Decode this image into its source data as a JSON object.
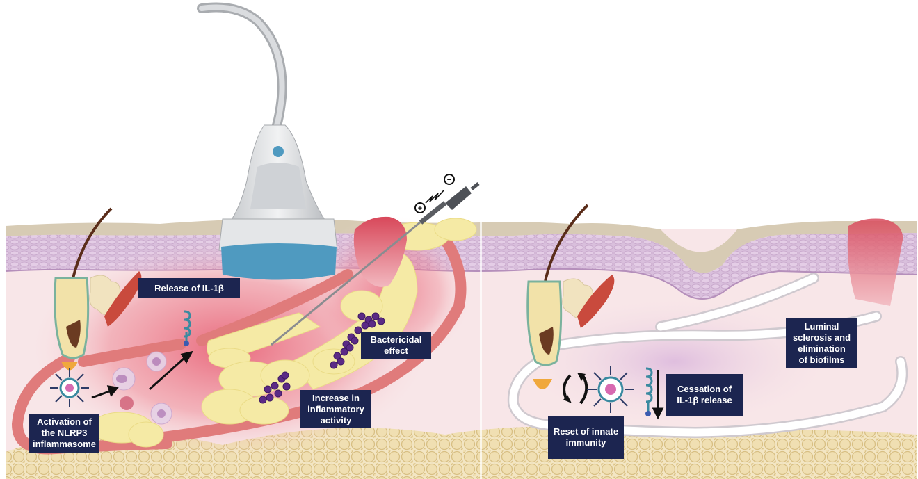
{
  "labels": {
    "release_il1b": "Release of IL-1β",
    "bactericidal_effect": "Bactericidal\neffect",
    "increase_inflammatory_activity": "Increase in\ninflammatory\nactivity",
    "activation_nlrp3": "Activation of\nthe NLRP3\ninflammasome",
    "luminal_sclerosis": "Luminal\nsclerosis and\nelimination\nof biofilms",
    "cessation_il1b": "Cessation of\nIL-1β release",
    "reset_innate_immunity": "Reset of innate\nimmunity"
  },
  "symbols": {
    "positive_electrode": "+",
    "negative_electrode": "−"
  },
  "colors": {
    "label_bg": "#1c2550",
    "label_text": "#ffffff",
    "dermis": "#f7e3e6",
    "epidermis": "#c9a8cd",
    "inflammation": "#e6546a",
    "sinus_tract": "#e57d7d",
    "biofilm": "#f4eaa6",
    "bacteria": "#5b2a86",
    "fat": "#efdcae",
    "probe_body": "#dfe1e3",
    "probe_tip": "#4f9ac0"
  }
}
